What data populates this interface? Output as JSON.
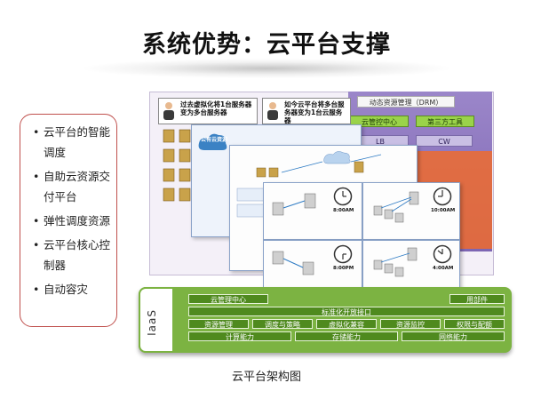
{
  "title": "系统优势：云平台支撑",
  "bullets": [
    "云平台的智能调度",
    "自助云资源交付平台",
    "弹性调度资源",
    "云平台核心控制器",
    "自动容灾"
  ],
  "caption": "云平台架构图",
  "diagram": {
    "top_left_label": "过去虚拟化将1台服务器变为多台服务器",
    "top_mid_label": "如今云平台将多台服务器变为1台云服务器",
    "drm_label": "动态资源管理（DRM）",
    "cloud_mgmt": "云管控中心",
    "third_party": "第三方工具",
    "lb": "LB",
    "cw": "CW",
    "public_cloud": "公有云资源",
    "times": [
      "8:00AM",
      "10:00AM",
      "8:00PM",
      "4:00AM"
    ],
    "iaas": {
      "side_label": "IaaS",
      "row1": [
        "云管理中心",
        "用部件"
      ],
      "row2": [
        "标准化开放接口"
      ],
      "row3": [
        "资源管理",
        "调度与策略",
        "虚拟化兼容",
        "资源监控",
        "权限与配额"
      ],
      "row4": [
        "计算能力",
        "存储能力",
        "网络能力"
      ]
    }
  },
  "colors": {
    "accent": "#c0504d",
    "green": "#7cb342",
    "purple": "#7d66b3",
    "orange": "#ee6b2e"
  }
}
